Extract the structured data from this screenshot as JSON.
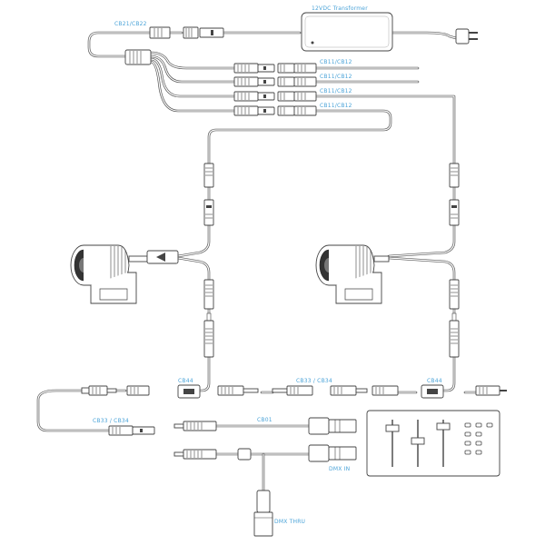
{
  "labels": {
    "transformer": "12VDC Transformer",
    "splitter": "CB21/CB22",
    "ext1": "CB11/CB12",
    "ext2": "CB11/CB12",
    "ext3": "CB11/CB12",
    "ext4": "CB11/CB12",
    "cb44_left": "CB44",
    "cb33_mid": "CB33 / CB34",
    "cb44_right": "CB44",
    "cb33_left": "CB33 / CB34",
    "cb01": "CB01",
    "dmx_in": "DMX IN",
    "dmx_thru": "DMX THRU"
  },
  "colors": {
    "label": "#4aa3d8",
    "cable": "#555555",
    "body": "#ffffff"
  }
}
